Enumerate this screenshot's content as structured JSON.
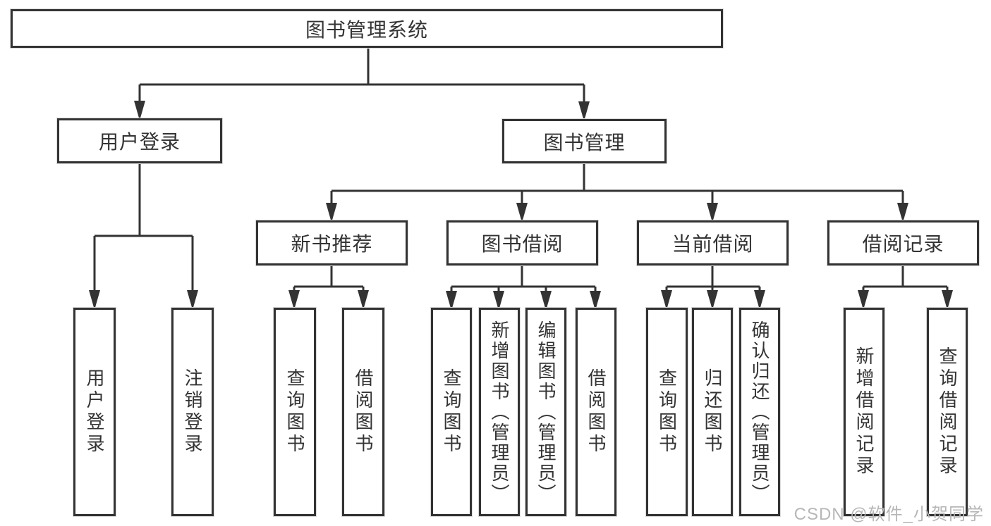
{
  "diagram_type": "hierarchy-tree",
  "colors": {
    "line": "#333333",
    "box_border": "#333333",
    "text": "#333333",
    "background": "#ffffff",
    "watermark_text_color": "#b7b7b7"
  },
  "tree": {
    "root": {
      "label": "图书管理系统"
    },
    "children": [
      {
        "label": "用户登录",
        "children": [
          {
            "label": "用户登录"
          },
          {
            "label": "注销登录"
          }
        ]
      },
      {
        "label": "图书管理",
        "children": [
          {
            "label": "新书推荐",
            "children": [
              {
                "label": "查询图书"
              },
              {
                "label": "借阅图书"
              }
            ]
          },
          {
            "label": "图书借阅",
            "children": [
              {
                "label": "查询图书"
              },
              {
                "label": "新增图书（管理员）"
              },
              {
                "label": "编辑图书（管理员）"
              },
              {
                "label": "借阅图书"
              }
            ]
          },
          {
            "label": "当前借阅",
            "children": [
              {
                "label": "查询图书"
              },
              {
                "label": "归还图书"
              },
              {
                "label": "确认归还（管理员）"
              }
            ]
          },
          {
            "label": "借阅记录",
            "children": [
              {
                "label": "新增借阅记录"
              },
              {
                "label": "查询借阅记录"
              }
            ]
          }
        ]
      }
    ]
  },
  "watermark": {
    "text": "CSDN @软件_小贺同学"
  }
}
